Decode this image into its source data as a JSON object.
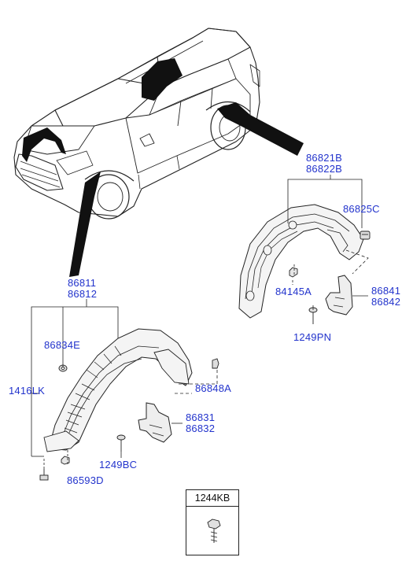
{
  "colors": {
    "label": "#2233cc",
    "line": "#222222",
    "highlight": "#111111"
  },
  "parts": {
    "rear_liner_lh": "86821B",
    "rear_liner_rh": "86822B",
    "rear_clip": "86825C",
    "rear_nut": "84145A",
    "rear_mudguard_lh": "86841",
    "rear_mudguard_rh": "86842",
    "rear_screw": "1249PN",
    "front_liner_lh": "86811",
    "front_liner_rh": "86812",
    "front_washer": "86834E",
    "front_bracket": "1416LK",
    "front_clip": "86848A",
    "front_mudguard_lh": "86831",
    "front_mudguard_rh": "86832",
    "front_screw": "1249BC",
    "front_bolt": "86593D",
    "boxed_screw": "1244KB"
  },
  "icons": [
    "vehicle-illustration",
    "rear-wheel-guard",
    "front-wheel-guard",
    "screw-icon",
    "clip-icon",
    "nut-icon",
    "washer-icon"
  ]
}
